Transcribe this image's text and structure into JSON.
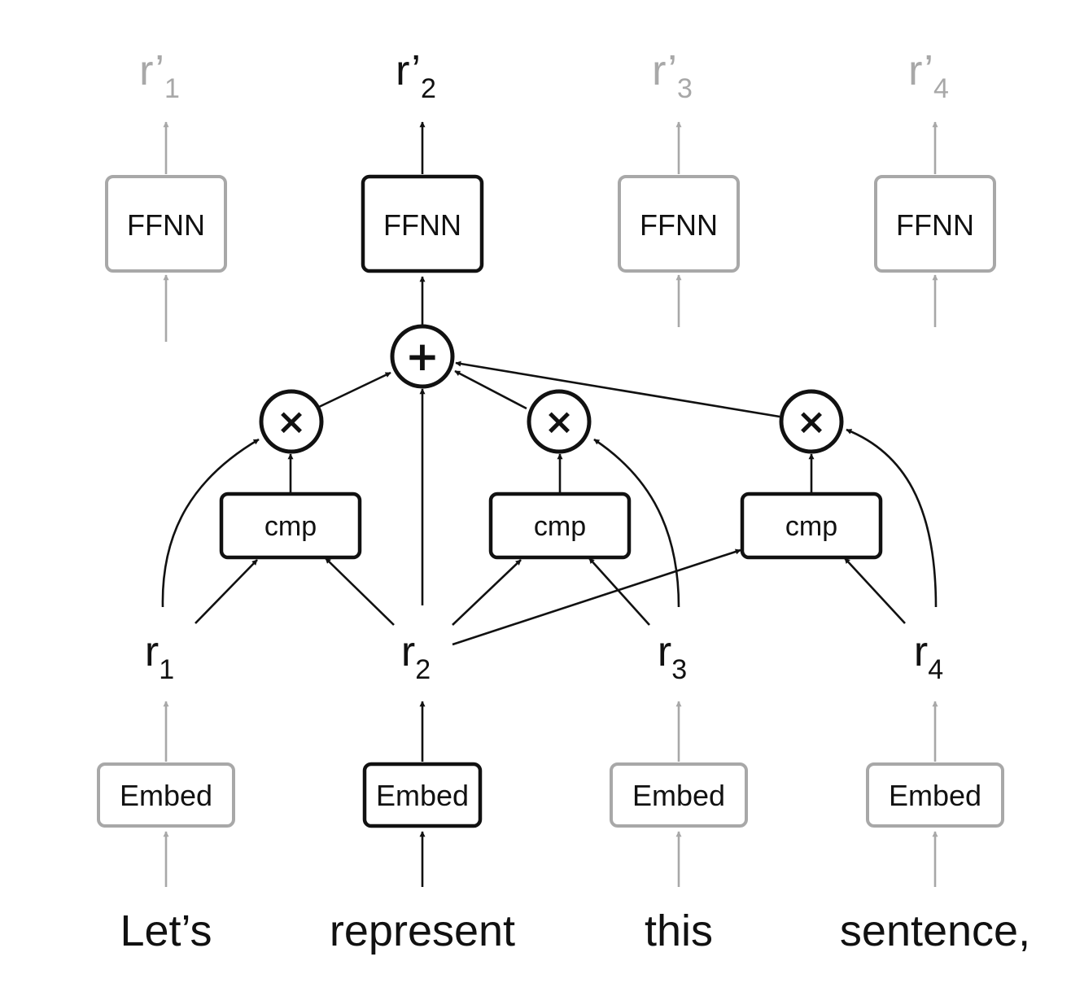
{
  "colors": {
    "active": "#111111",
    "inactive": "#a8a8a8"
  },
  "words": [
    "Let’s",
    "represent",
    "this",
    "sentence,"
  ],
  "embed_label": "Embed",
  "ffnn_label": "FFNN",
  "cmp_label": "cmp",
  "inputs": [
    {
      "base": "r",
      "sub": "1"
    },
    {
      "base": "r",
      "sub": "2"
    },
    {
      "base": "r",
      "sub": "3"
    },
    {
      "base": "r",
      "sub": "4"
    }
  ],
  "outputs": [
    {
      "base": "r’",
      "sub": "1"
    },
    {
      "base": "r’",
      "sub": "2"
    },
    {
      "base": "r’",
      "sub": "3"
    },
    {
      "base": "r’",
      "sub": "4"
    }
  ],
  "active_column": 2,
  "sum_symbol": "+",
  "mul_symbol": "×"
}
